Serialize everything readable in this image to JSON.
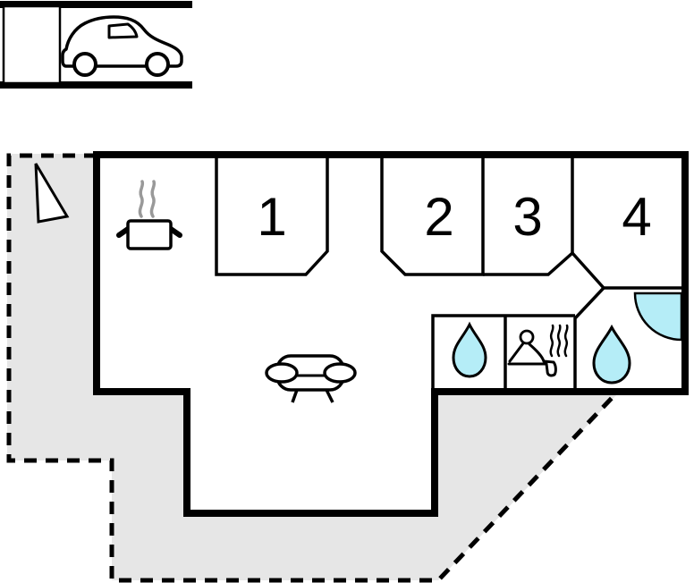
{
  "image_type": "vacation-home-floor-plan",
  "rooms": [
    {
      "label": "1"
    },
    {
      "label": "2"
    },
    {
      "label": "3"
    },
    {
      "label": "4"
    }
  ],
  "colors": {
    "wall": "#000000",
    "terrace_fill": "#e6e6e6",
    "water_accent": "#b5edf7",
    "steam_gray": "#999999",
    "background": "#ffffff"
  },
  "areas": {
    "carport": {
      "icon": "car-icon"
    },
    "terrace": {
      "icon": "north-arrow-icon"
    },
    "kitchen": {
      "icon": "cooking-pot-icon"
    },
    "living_room": {
      "icon": "sofa-icon"
    },
    "wc": {
      "icon": "water-drop-icon"
    },
    "sauna": {
      "icon": "sauna-person-icon"
    },
    "bathroom": {
      "icon": "water-drop-icon"
    },
    "shower": {
      "icon": "shower-quarter-circle-icon"
    }
  }
}
